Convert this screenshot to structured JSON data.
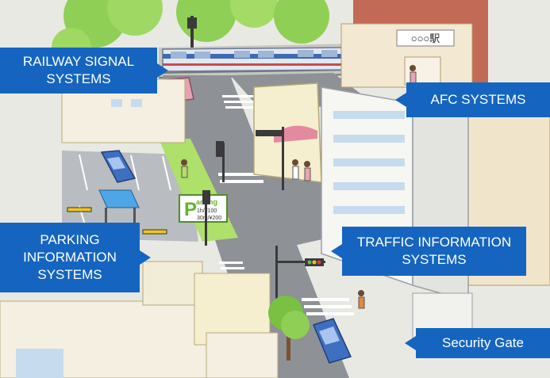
{
  "scene": {
    "station_sign": "○○○駅",
    "parking_sign_letter": "P",
    "parking_sign_word": "arking",
    "parking_sign_rate1": "1h/¥100",
    "parking_sign_rate2": "30m/¥200"
  },
  "callouts": {
    "railway_signal": "RAILWAY SIGNAL\nSYSTEMS",
    "afc": "AFC SYSTEMS",
    "parking_info": "PARKING\nINFORMATION\nSYSTEMS",
    "traffic_info": "TRAFFIC INFORMATION\nSYSTEMS",
    "security_gate": "Security Gate"
  },
  "colors": {
    "callout_bg": "#1565c0",
    "road": "#8e9196",
    "sidewalk": "#dcdcd8",
    "parking_lot": "#b9bcc0",
    "grass": "#aee06a",
    "station_brick": "#c26a55",
    "car": "#3f6fbf"
  }
}
